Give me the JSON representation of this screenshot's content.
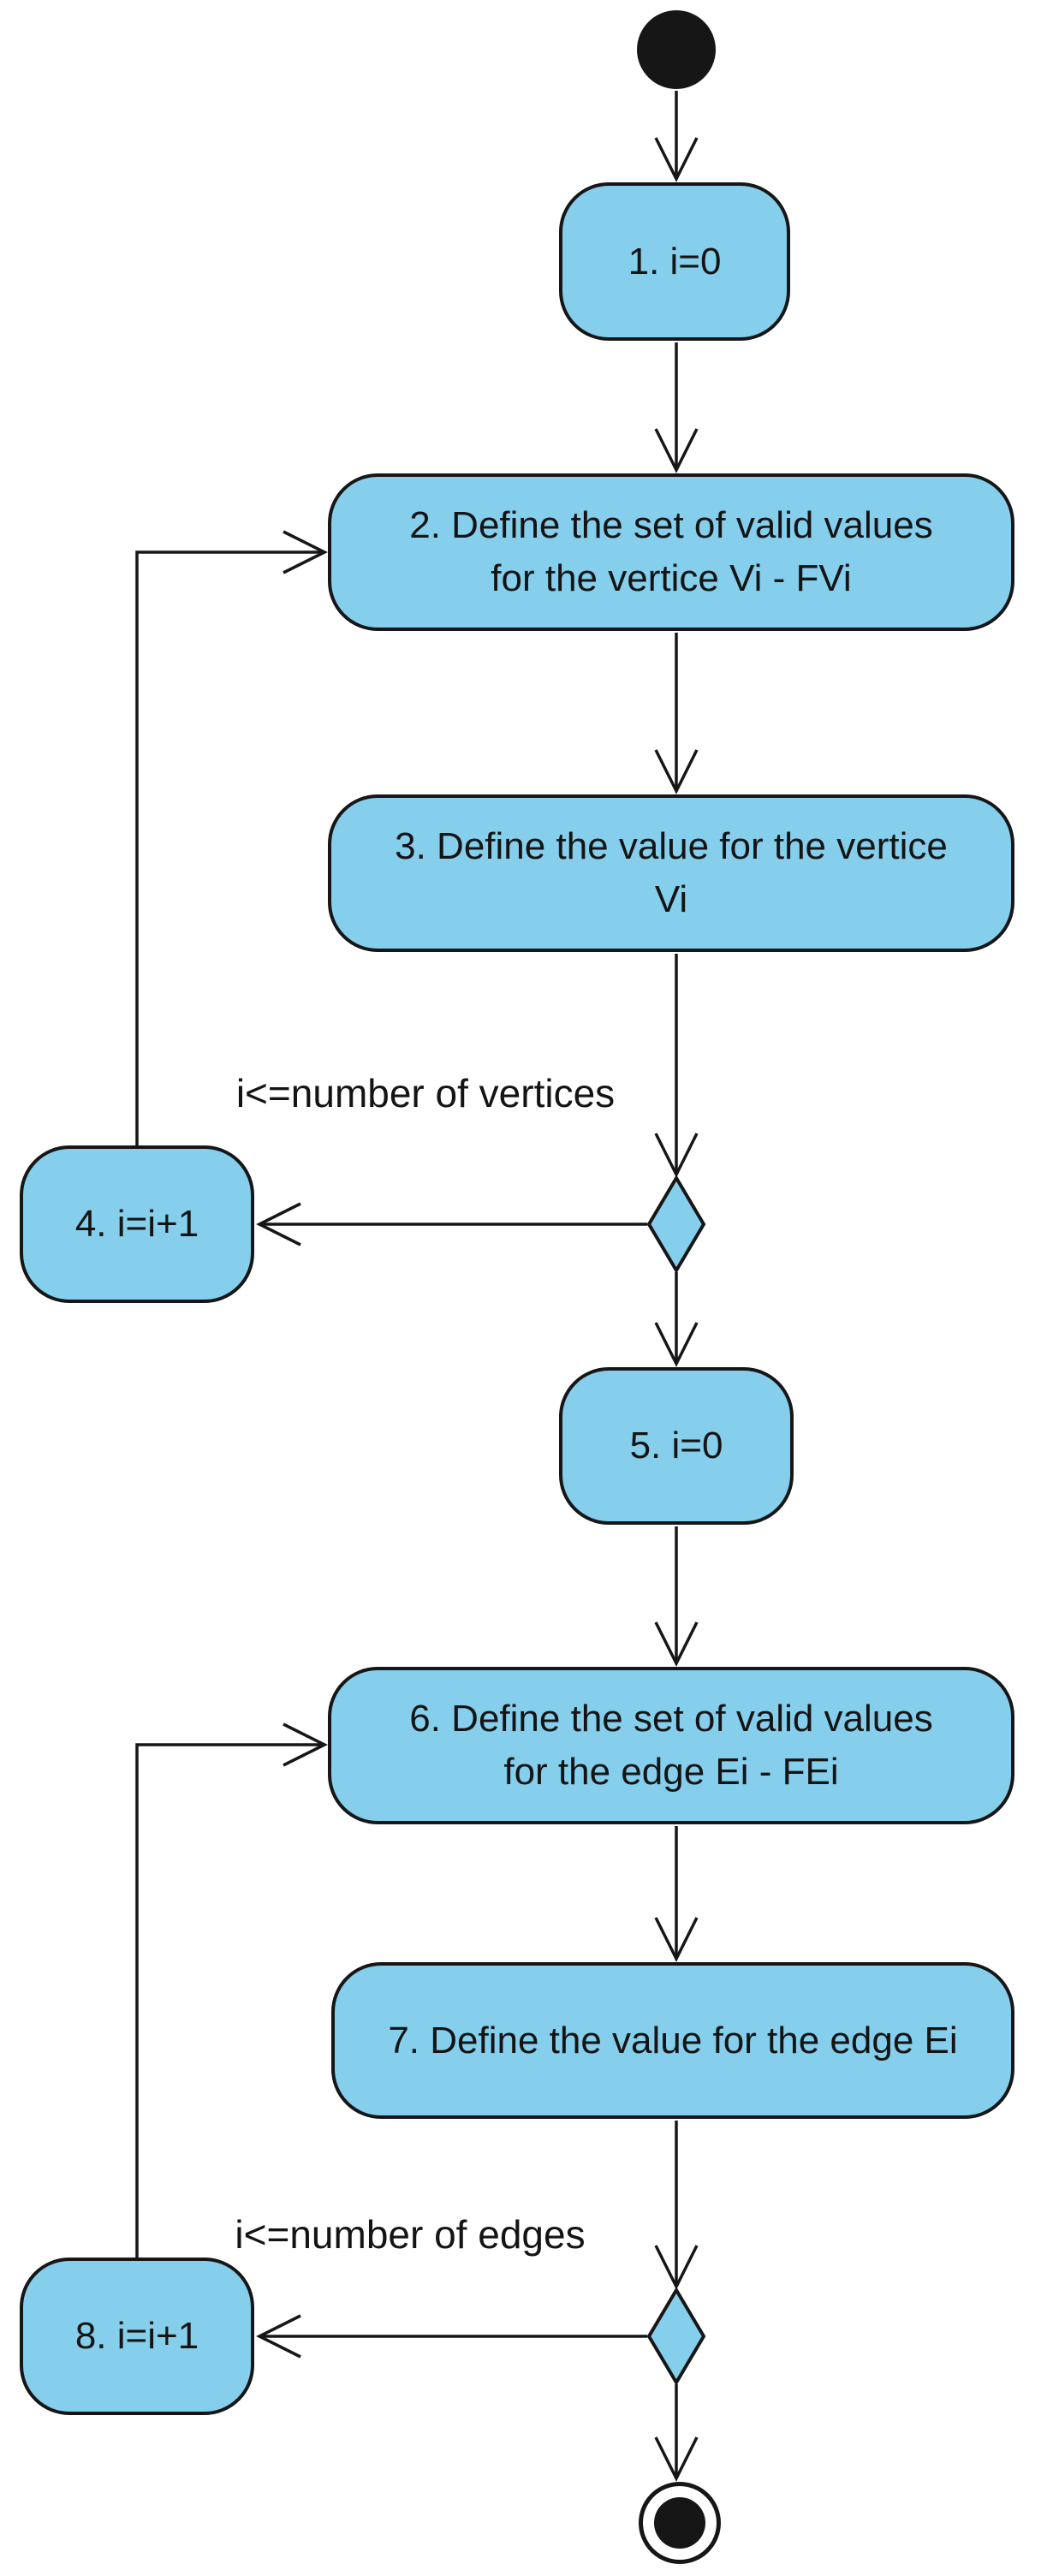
{
  "colors": {
    "background": "#ffffff",
    "node_fill": "#85CEEC",
    "line": "#161616",
    "text": "#141414"
  },
  "nodes": {
    "action1": {
      "lines": [
        "1. i=0"
      ]
    },
    "action2": {
      "lines": [
        "2. Define the set of valid values",
        "for the vertice Vi - FVi"
      ]
    },
    "action3": {
      "lines": [
        "3. Define the value for the vertice",
        "Vi"
      ]
    },
    "action4": {
      "lines": [
        "4. i=i+1"
      ]
    },
    "action5": {
      "lines": [
        "5. i=0"
      ]
    },
    "action6": {
      "lines": [
        "6. Define the set of valid values",
        "for the edge Ei - FEi"
      ]
    },
    "action7": {
      "lines": [
        "7. Define the value for the edge Ei"
      ]
    },
    "action8": {
      "lines": [
        "8. i=i+1"
      ]
    }
  },
  "guards": {
    "vertices_loop": "i<=number of vertices",
    "edges_loop": "i<=number of edges"
  }
}
